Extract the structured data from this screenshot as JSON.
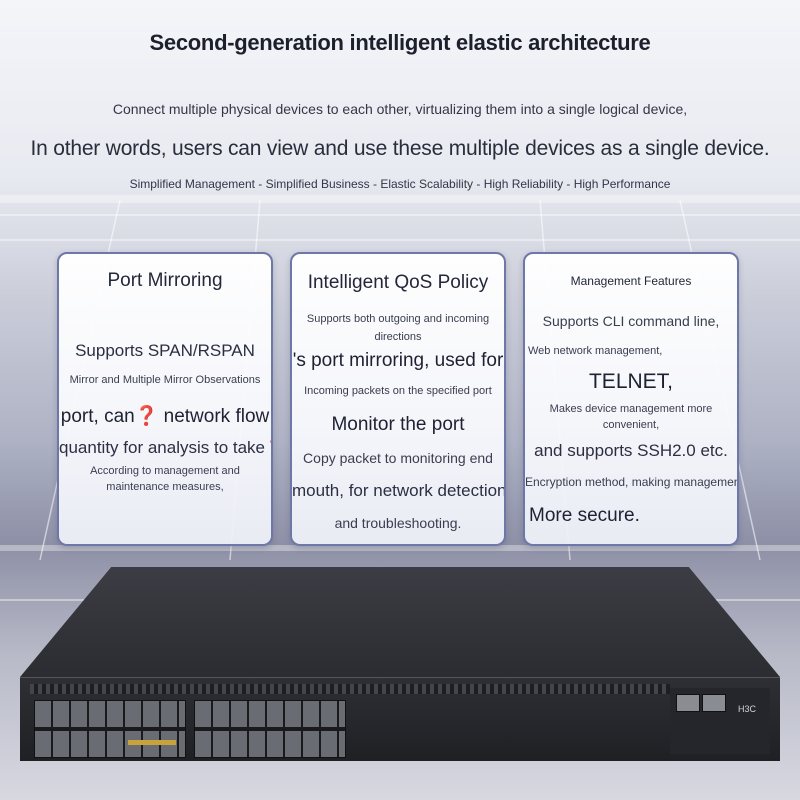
{
  "header": {
    "title": "Second-generation intelligent elastic architecture",
    "line1": "Connect multiple physical devices to each other, virtualizing them into a single logical device,",
    "line2": "In other words, users can view and use these multiple devices as a single device.",
    "line3": "Simplified Management - Simplified Business - Elastic Scalability - High Reliability - High Performance"
  },
  "cards": [
    {
      "title": "Port Mirroring",
      "lines": [
        "Supports SPAN/RSPAN",
        "Mirror and Multiple Mirror Observations",
        "port, can❓ network flow",
        "quantity for analysis to take❓",
        "According to management and",
        "maintenance measures,"
      ]
    },
    {
      "title": "Intelligent QoS Policy",
      "lines": [
        "Supports both outgoing and incoming",
        "directions",
        "'s port mirroring, used for",
        "Incoming packets on the specified port",
        "Monitor the port",
        "Copy packet to monitoring end",
        "mouth, for network detection",
        "and troubleshooting."
      ]
    },
    {
      "title": "Management Features",
      "lines": [
        "Supports CLI command line,",
        "Web network management,",
        "TELNET,",
        "Makes device management more",
        "convenient,",
        "and supports SSH2.0 etc.",
        "Encryption method, making management",
        "More secure."
      ]
    }
  ],
  "switch": {
    "brand": "H3C"
  }
}
